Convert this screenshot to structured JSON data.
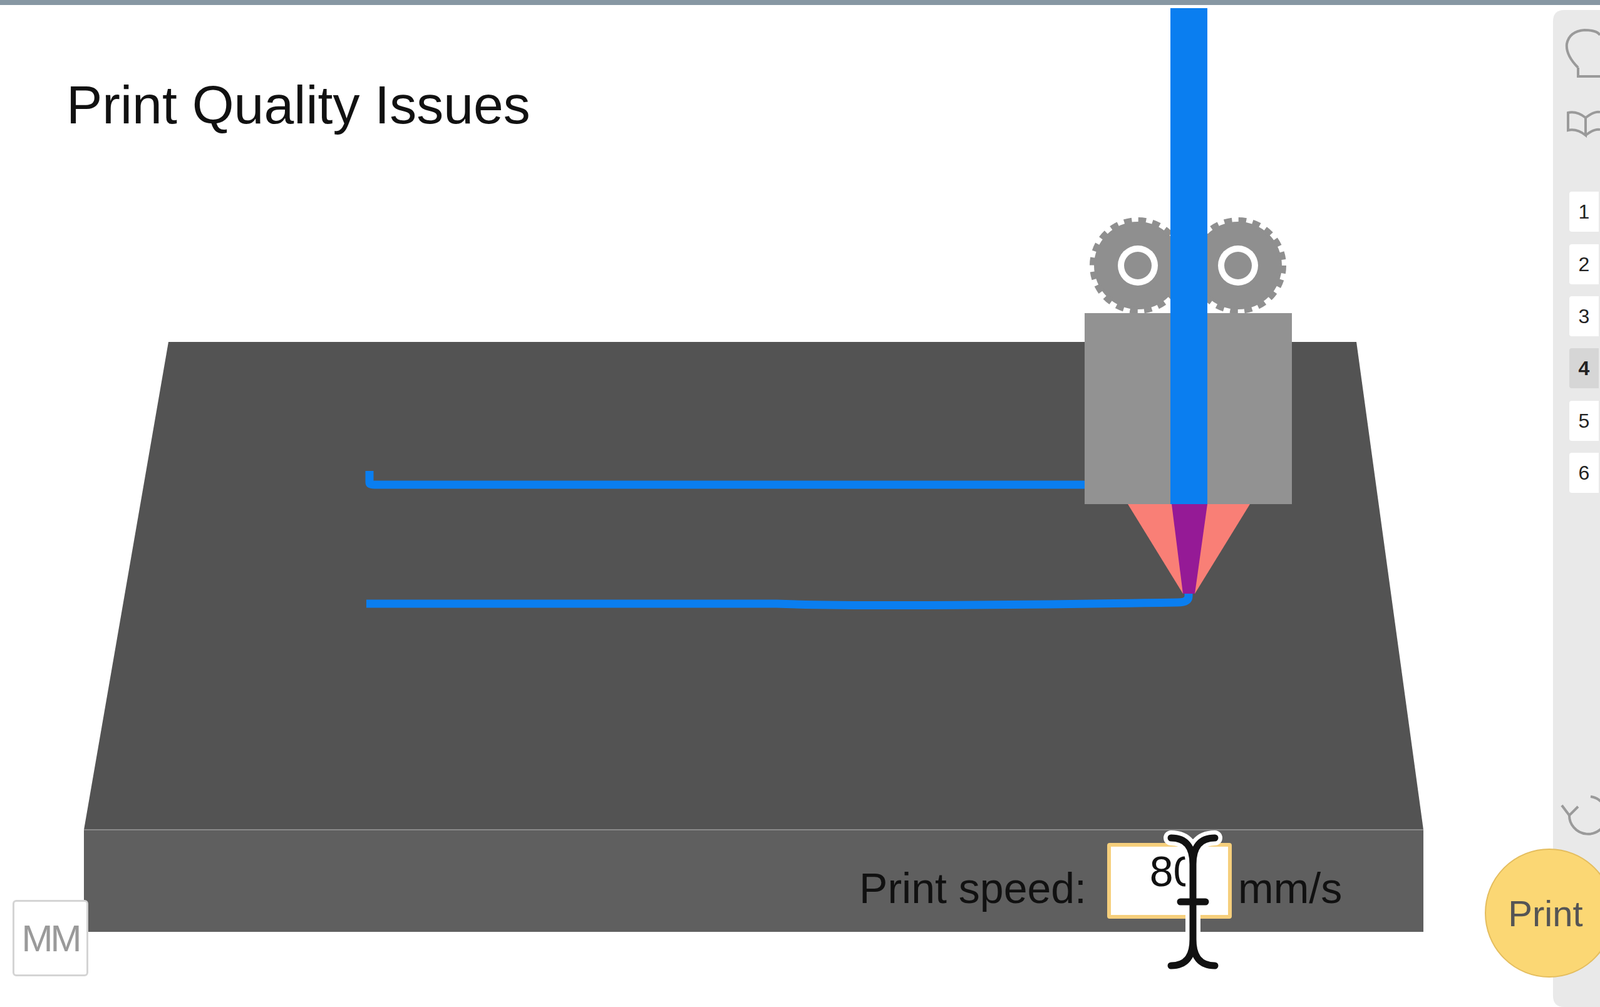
{
  "diagram": {
    "title": "Print Quality Issues",
    "nodes": [
      {
        "text": [
          "1"
        ]
      },
      {
        "text": [
          "2"
        ]
      },
      {
        "text": [
          "3"
        ]
      },
      {
        "text": [
          "4"
        ]
      },
      {
        "text": [
          "5"
        ]
      },
      {
        "text": [
          "6"
        ]
      },
      {
        "text": [
          "80"
        ]
      },
      {
        "text": [
          "MM"
        ]
      },
      {
        "text": [
          "Print"
        ]
      }
    ],
    "labels": [
      "Print speed:",
      "mm/s"
    ]
  }
}
